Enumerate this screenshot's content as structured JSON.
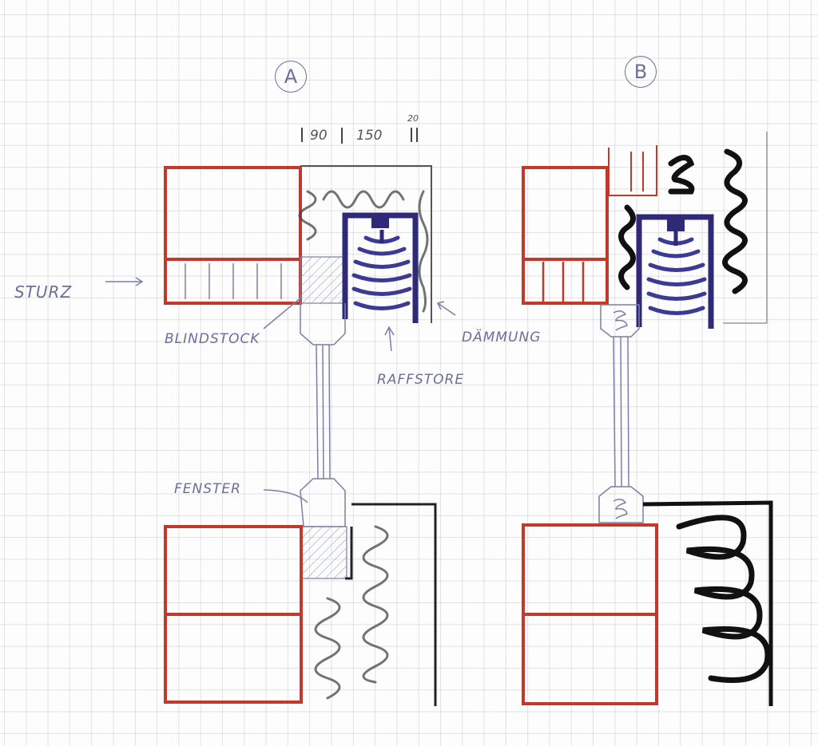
{
  "details": {
    "a": {
      "label": "A"
    },
    "b": {
      "label": "B"
    }
  },
  "dimensions": {
    "d1": "90",
    "d2": "150",
    "d3": "20"
  },
  "labels": {
    "sturz": "STURZ",
    "blindstock": "BLINDSTOCK",
    "daemmung": "DÄMMUNG",
    "raffstore": "RAFFSTORE",
    "fenster": "FENSTER"
  },
  "colors": {
    "masonry": "#c0392b",
    "raffstore": "#2e2a78",
    "pen": "#7a7fa8",
    "insulation": "#222222"
  }
}
